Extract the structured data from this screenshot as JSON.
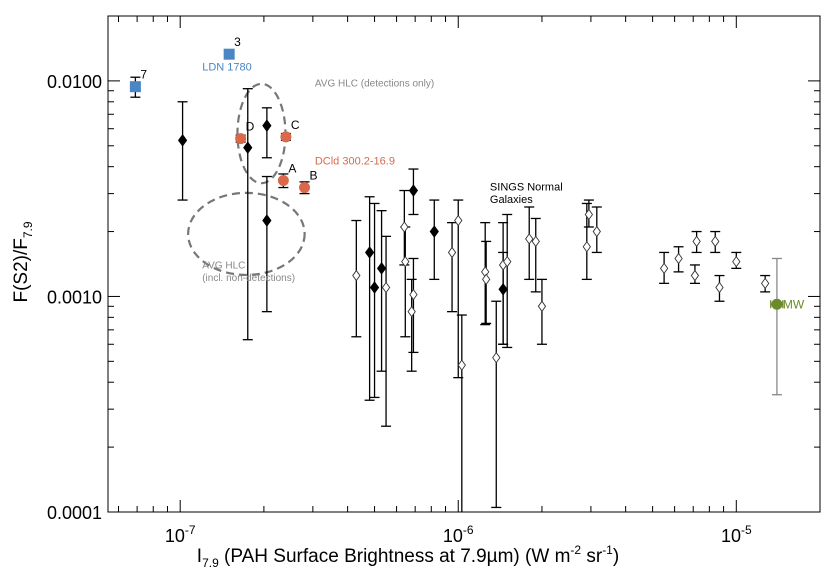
{
  "chart_data": {
    "type": "scatter",
    "x_scale": "log",
    "y_scale": "log",
    "xlim": [
      5.5e-08,
      2e-05
    ],
    "ylim": [
      0.0001,
      0.02
    ],
    "xlabel": {
      "main": "I",
      "sub": "7.9",
      "rest": " (PAH Surface Brightness at 7.9µm) (W m",
      "sup1": "-2",
      "mid": " sr",
      "sup2": "-1",
      "end": ")"
    },
    "ylabel": {
      "main": "F(S2)/F",
      "sub": "7.9"
    },
    "x_ticks": [
      {
        "value": 1e-07,
        "base": "10",
        "exp": "-7"
      },
      {
        "value": 1e-06,
        "base": "10",
        "exp": "-6"
      },
      {
        "value": 1e-05,
        "base": "10",
        "exp": "-5"
      }
    ],
    "y_ticks": [
      {
        "value": 0.0001,
        "label": "0.0001"
      },
      {
        "value": 0.001,
        "label": "0.0010"
      },
      {
        "value": 0.01,
        "label": "0.0100"
      }
    ],
    "colors": {
      "ldn": "#4a86c5",
      "dcld": "#d9694a",
      "mw": "#6b8a2a",
      "black": "#000000",
      "gray": "#888888"
    },
    "series": [
      {
        "name": "LDN 1780",
        "marker": "square-filled",
        "color": "#4a86c5",
        "points": [
          {
            "x": 1.5e-07,
            "y": 0.0133,
            "yerr": [
              0.0128,
              0.0139
            ],
            "label": "3"
          },
          {
            "x": 6.9e-08,
            "y": 0.0094,
            "yerr": [
              0.0084,
              0.0104
            ],
            "label": "7"
          }
        ]
      },
      {
        "name": "DCld 300.2-16.9",
        "marker": "circle-filled",
        "color": "#d9694a",
        "points": [
          {
            "x": 1.65e-07,
            "y": 0.0054,
            "yerr": [
              0.0052,
              0.0056
            ],
            "label": "D"
          },
          {
            "x": 2.4e-07,
            "y": 0.0055,
            "yerr": [
              0.0053,
              0.0057
            ],
            "label": "C"
          },
          {
            "x": 2.35e-07,
            "y": 0.00345,
            "yerr": [
              0.0032,
              0.0037
            ],
            "label": "A"
          },
          {
            "x": 2.8e-07,
            "y": 0.0032,
            "yerr": [
              0.003,
              0.0034
            ],
            "label": "B"
          }
        ]
      },
      {
        "name": "HLC",
        "marker": "diamond-filled",
        "color": "#000000",
        "points": [
          {
            "x": 1.02e-07,
            "y": 0.0053,
            "yerr": [
              0.0028,
              0.008
            ]
          },
          {
            "x": 1.75e-07,
            "y": 0.0049,
            "yerr": [
              0.00063,
              0.0092
            ]
          },
          {
            "x": 2.05e-07,
            "y": 0.0062,
            "yerr": [
              0.0044,
              0.0075
            ]
          },
          {
            "x": 2.05e-07,
            "y": 0.00225,
            "yerr": [
              0.00085,
              0.0036
            ]
          },
          {
            "x": 4.8e-07,
            "y": 0.0016,
            "yerr": [
              0.00033,
              0.0029
            ]
          },
          {
            "x": 5e-07,
            "y": 0.0011,
            "yerr": [
              0.00034,
              0.0027
            ]
          },
          {
            "x": 5.3e-07,
            "y": 0.00135,
            "yerr": [
              0.00045,
              0.0025
            ]
          },
          {
            "x": 6.9e-07,
            "y": 0.0031,
            "yerr": [
              0.0024,
              0.0039
            ]
          },
          {
            "x": 8.2e-07,
            "y": 0.002,
            "yerr": [
              0.0012,
              0.0028
            ]
          },
          {
            "x": 1.45e-06,
            "y": 0.00108,
            "yerr": [
              0.0006,
              0.0016
            ]
          }
        ]
      },
      {
        "name": "SINGS Normal Galaxies",
        "marker": "diamond-open",
        "color": "#000000",
        "points": [
          {
            "x": 4.3e-07,
            "y": 0.00125,
            "yerr": [
              0.00065,
              0.00225
            ]
          },
          {
            "x": 5.5e-07,
            "y": 0.0011,
            "yerr": [
              0.00025,
              0.0019
            ]
          },
          {
            "x": 6.4e-07,
            "y": 0.0021,
            "yerr": [
              0.0014,
              0.0031
            ]
          },
          {
            "x": 6.45e-07,
            "y": 0.00145,
            "yerr": [
              0.00065,
              0.0021
            ]
          },
          {
            "x": 6.8e-07,
            "y": 0.00085,
            "yerr": [
              0.00045,
              0.0012
            ]
          },
          {
            "x": 6.9e-07,
            "y": 0.00102,
            "yerr": [
              0.00055,
              0.0015
            ]
          },
          {
            "x": 9.5e-07,
            "y": 0.0016,
            "yerr": [
              0.00085,
              0.0022
            ]
          },
          {
            "x": 1e-06,
            "y": 0.00225,
            "yerr": [
              0.00042,
              0.0028
            ]
          },
          {
            "x": 1.03e-06,
            "y": 0.00048,
            "yerr": [
              9e-05,
              0.00082
            ]
          },
          {
            "x": 1.25e-06,
            "y": 0.0013,
            "yerr": [
              0.00074,
              0.0022
            ]
          },
          {
            "x": 1.26e-06,
            "y": 0.0012,
            "yerr": [
              0.00075,
              0.0018
            ]
          },
          {
            "x": 1.37e-06,
            "y": 0.00052,
            "yerr": [
              0.000105,
              0.00095
            ]
          },
          {
            "x": 1.45e-06,
            "y": 0.0014,
            "yerr": [
              0.0006,
              0.0022
            ]
          },
          {
            "x": 1.5e-06,
            "y": 0.00145,
            "yerr": [
              0.00058,
              0.0024
            ]
          },
          {
            "x": 1.8e-06,
            "y": 0.00185,
            "yerr": [
              0.0012,
              0.0026
            ]
          },
          {
            "x": 1.9e-06,
            "y": 0.0018,
            "yerr": [
              0.00105,
              0.0023
            ]
          },
          {
            "x": 2e-06,
            "y": 0.0009,
            "yerr": [
              0.0006,
              0.0012
            ]
          },
          {
            "x": 2.9e-06,
            "y": 0.0017,
            "yerr": [
              0.0012,
              0.0027
            ]
          },
          {
            "x": 2.95e-06,
            "y": 0.0024,
            "yerr": [
              0.0021,
              0.0028
            ]
          },
          {
            "x": 3.15e-06,
            "y": 0.002,
            "yerr": [
              0.0016,
              0.0026
            ]
          },
          {
            "x": 5.5e-06,
            "y": 0.00135,
            "yerr": [
              0.00115,
              0.0016
            ]
          },
          {
            "x": 6.2e-06,
            "y": 0.0015,
            "yerr": [
              0.0013,
              0.0017
            ]
          },
          {
            "x": 7.1e-06,
            "y": 0.00125,
            "yerr": [
              0.00115,
              0.0014
            ]
          },
          {
            "x": 7.2e-06,
            "y": 0.0018,
            "yerr": [
              0.0016,
              0.002
            ]
          },
          {
            "x": 8.4e-06,
            "y": 0.0018,
            "yerr": [
              0.0016,
              0.002
            ]
          },
          {
            "x": 8.7e-06,
            "y": 0.0011,
            "yerr": [
              0.00095,
              0.00125
            ]
          },
          {
            "x": 1e-05,
            "y": 0.00145,
            "yerr": [
              0.00135,
              0.0016
            ]
          },
          {
            "x": 1.27e-05,
            "y": 0.00115,
            "yerr": [
              0.00105,
              0.00125
            ]
          }
        ]
      },
      {
        "name": "MW",
        "marker": "circle-filled",
        "color": "#6b8a2a",
        "points": [
          {
            "x": 1.4e-05,
            "y": 0.00092,
            "yerr": [
              0.00035,
              0.0015
            ],
            "xerr": [
              1.33e-05,
              1.47e-05
            ],
            "label": "MW"
          }
        ]
      }
    ],
    "ellipses": [
      {
        "name": "AVG HLC (detections only)",
        "cx": 1.96e-07,
        "cy": 0.0057,
        "x_factor": 1.22,
        "y_factor": 1.7
      },
      {
        "name": "AVG HLC (incl. non-detections)",
        "cx": 1.73e-07,
        "cy": 0.00195,
        "x_factor": 1.62,
        "y_factor": 1.55
      }
    ],
    "annotations": [
      {
        "text": "LDN 1780",
        "x": 1.2e-07,
        "y": 0.0112,
        "color": "#4a86c5",
        "size": 11
      },
      {
        "text": "AVG HLC (detections only)",
        "x": 3.05e-07,
        "y": 0.0094,
        "color": "#888888",
        "size": 10
      },
      {
        "text": "DCld 300.2-16.9",
        "x": 3.05e-07,
        "y": 0.0041,
        "color": "#d9694a",
        "size": 11
      },
      {
        "text": "SINGS Normal",
        "x": 1.3e-06,
        "y": 0.0031,
        "color": "#000000",
        "size": 11
      },
      {
        "text": "Galaxies",
        "x": 1.3e-06,
        "y": 0.00272,
        "color": "#000000",
        "size": 11
      },
      {
        "text": "AVG HLC",
        "x": 1.2e-07,
        "y": 0.00135,
        "color": "#888888",
        "size": 10
      },
      {
        "text": "(incl. non-detections)",
        "x": 1.2e-07,
        "y": 0.00118,
        "color": "#888888",
        "size": 10
      }
    ]
  }
}
